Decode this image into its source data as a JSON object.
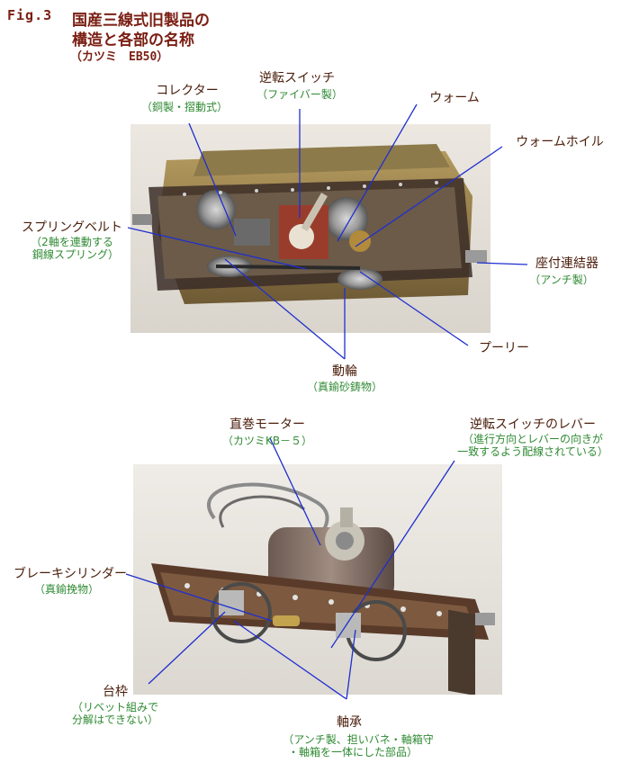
{
  "figure_label": "Fig.3",
  "title_line1": "国産三線式旧製品の",
  "title_line2": "構造と各部の名称",
  "subtitle": "（カツミ　EB50）",
  "top_labels": {
    "collector": {
      "name": "コレクター",
      "note": "（銅製・摺動式）"
    },
    "reverse_switch": {
      "name": "逆転スイッチ",
      "note": "（ファイバー製）"
    },
    "worm": {
      "name": "ウォーム"
    },
    "worm_wheel": {
      "name": "ウォームホイル"
    },
    "spring_belt": {
      "name": "スプリングベルト",
      "note1": "（2軸を連動する",
      "note2": "鋼線スプリング）"
    },
    "coupler": {
      "name": "座付連結器",
      "note": "（アンチ製）"
    },
    "pulley": {
      "name": "プーリー"
    },
    "driving_wheel": {
      "name": "動輪",
      "note": "（真鍮砂鋳物）"
    }
  },
  "bottom_labels": {
    "motor": {
      "name": "直巻モーター",
      "note": "（カツミKB－５）"
    },
    "reverse_lever": {
      "name": "逆転スイッチのレバー",
      "note1": "（進行方向とレバーの向きが",
      "note2": "一致するよう配線されている）"
    },
    "brake_cylinder": {
      "name": "ブレーキシリンダー",
      "note": "（真鍮挽物）"
    },
    "frame": {
      "name": "台枠",
      "note1": "（リベット組みで",
      "note2": "分解はできない）"
    },
    "bearing": {
      "name": "軸承",
      "note1": "（アンチ製、担いバネ・軸箱守",
      "note2": "・軸箱を一体にした部品）"
    }
  },
  "colors": {
    "title": "#7a1e12",
    "name_text": "#4a1d0a",
    "note_text": "#2f8a33",
    "leader": "#1f2fd0"
  }
}
